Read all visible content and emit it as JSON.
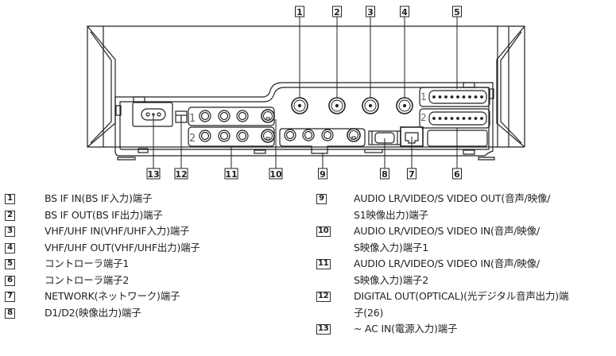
{
  "diagram": {
    "callouts": [
      {
        "num": "1"
      },
      {
        "num": "2"
      },
      {
        "num": "3"
      },
      {
        "num": "4"
      },
      {
        "num": "5"
      },
      {
        "num": "6"
      },
      {
        "num": "7"
      },
      {
        "num": "8"
      },
      {
        "num": "9"
      },
      {
        "num": "10"
      },
      {
        "num": "11"
      },
      {
        "num": "12"
      },
      {
        "num": "13"
      }
    ],
    "row_labels": {
      "row1": "1",
      "row2": "2",
      "ctrl1": "1",
      "ctrl2": "2"
    }
  },
  "legend": {
    "left": [
      {
        "num": "1",
        "text": "BS IF IN(BS IF入力)端子"
      },
      {
        "num": "2",
        "text": "BS IF OUT(BS IF出力)端子"
      },
      {
        "num": "3",
        "text": "VHF/UHF IN(VHF/UHF入力)端子"
      },
      {
        "num": "4",
        "text": "VHF/UHF OUT(VHF/UHF出力)端子"
      },
      {
        "num": "5",
        "text": "コントローラ端子1"
      },
      {
        "num": "6",
        "text": "コントローラ端子2"
      },
      {
        "num": "7",
        "text": "NETWORK(ネットワーク)端子"
      },
      {
        "num": "8",
        "text": "D1/D2(映像出力)端子"
      }
    ],
    "right": [
      {
        "num": "9",
        "line1": "AUDIO LR/VIDEO/S VIDEO OUT(音声/映像/",
        "line2": "S1映像出力)端子"
      },
      {
        "num": "10",
        "line1": "AUDIO LR/VIDEO/S VIDEO IN(音声/映像/",
        "line2": "S映像入力)端子1"
      },
      {
        "num": "11",
        "line1": "AUDIO LR/VIDEO/S VIDEO IN(音声/映像/",
        "line2": "S映像入力)端子2"
      },
      {
        "num": "12",
        "line1": "DIGITAL OUT(OPTICAL)(光デジタル音声出力)端",
        "line2": "子(26)"
      },
      {
        "num": "13",
        "line1": "~ AC IN(電源入力)端子",
        "line2": ""
      }
    ]
  }
}
